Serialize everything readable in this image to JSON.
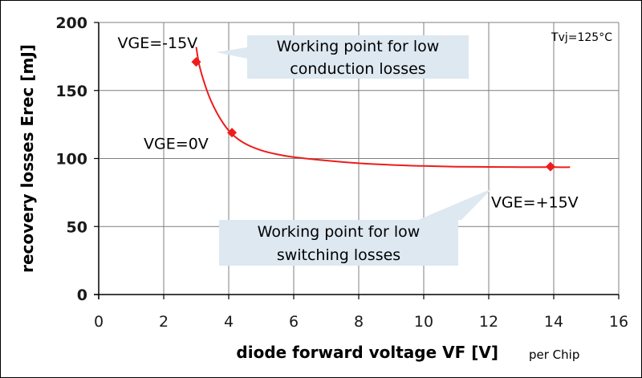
{
  "chart_data": {
    "type": "line",
    "title": "",
    "xlabel": "diode forward voltage VF [V]",
    "xlabel_suffix": "per Chip",
    "ylabel": "recovery losses Erec [mJ]",
    "xlim": [
      0,
      16
    ],
    "ylim": [
      0,
      200
    ],
    "xticks": [
      0,
      2,
      4,
      6,
      8,
      10,
      12,
      14,
      16
    ],
    "yticks": [
      0,
      50,
      100,
      150,
      200
    ],
    "grid": true,
    "condition_label": "Tvj=125°C",
    "series": [
      {
        "color": "#ee1c1c",
        "curve": [
          [
            3.0,
            182
          ],
          [
            3.1,
            168
          ],
          [
            3.3,
            152
          ],
          [
            3.5,
            140
          ],
          [
            3.8,
            127
          ],
          [
            4.1,
            118
          ],
          [
            4.5,
            111
          ],
          [
            5.0,
            106
          ],
          [
            5.5,
            103
          ],
          [
            6.0,
            101
          ],
          [
            7.0,
            98.5
          ],
          [
            8.0,
            96.5
          ],
          [
            9.0,
            95.3
          ],
          [
            10.0,
            94.5
          ],
          [
            11.0,
            94.0
          ],
          [
            12.0,
            93.8
          ],
          [
            13.0,
            93.7
          ],
          [
            14.0,
            93.6
          ],
          [
            14.5,
            93.6
          ]
        ],
        "markers": [
          {
            "x": 3.0,
            "y": 171,
            "label": "VGE=-15V"
          },
          {
            "x": 4.1,
            "y": 119,
            "label": "VGE=0V"
          },
          {
            "x": 13.9,
            "y": 94,
            "label": "VGE=+15V"
          }
        ]
      }
    ],
    "annotations": [
      {
        "lines": [
          "Working point for low",
          "conduction losses"
        ]
      },
      {
        "lines": [
          "Working point for low",
          "switching losses"
        ]
      }
    ]
  },
  "colors": {
    "curve": "#ee1c1c",
    "marker": "#ee1c1c",
    "grid": "#7f7f7f",
    "callout_fill": "#dde8f1",
    "text": "#000000",
    "tick_text": "#1a1a1a"
  }
}
